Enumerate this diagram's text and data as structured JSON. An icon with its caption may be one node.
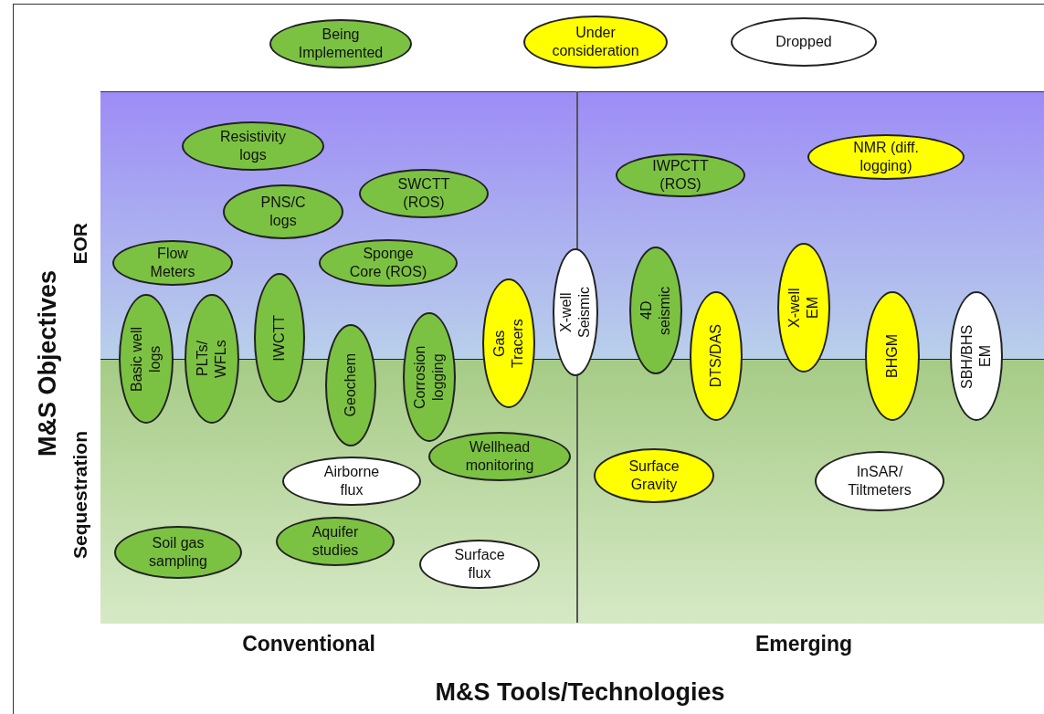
{
  "diagram": {
    "nodes": [
      {
        "text": [
          "Resistivity logs"
        ]
      },
      {
        "text": [
          "SWCTT (ROS)"
        ]
      },
      {
        "text": [
          "IWPCTT (ROS)"
        ]
      },
      {
        "text": [
          "NMR (diff. logging)"
        ]
      },
      {
        "text": [
          "PNS/C logs"
        ]
      },
      {
        "text": [
          "Flow Meters"
        ]
      },
      {
        "text": [
          "Sponge Core (ROS)"
        ]
      },
      {
        "text": [
          "Basic well logs"
        ]
      },
      {
        "text": [
          "PLTs/ WFLs"
        ]
      },
      {
        "text": [
          "IWCTT"
        ]
      },
      {
        "text": [
          "Geochem"
        ]
      },
      {
        "text": [
          "Corrosion logging"
        ]
      },
      {
        "text": [
          "Gas Tracers"
        ]
      },
      {
        "text": [
          "X-well Seismic"
        ]
      },
      {
        "text": [
          "4D seismic"
        ]
      },
      {
        "text": [
          "DTS/DAS"
        ]
      },
      {
        "text": [
          "X-well EM"
        ]
      },
      {
        "text": [
          "BHGM"
        ]
      },
      {
        "text": [
          "SBH/BHS EM"
        ]
      },
      {
        "text": [
          "Wellhead monitoring"
        ]
      },
      {
        "text": [
          "Airborne flux"
        ]
      },
      {
        "text": [
          "Surface Gravity"
        ]
      },
      {
        "text": [
          "InSAR/ Tiltmeters"
        ]
      },
      {
        "text": [
          "Soil gas sampling"
        ]
      },
      {
        "text": [
          "Aquifer studies"
        ]
      },
      {
        "text": [
          "Surface flux"
        ]
      }
    ],
    "labels": [
      "M&S Objectives",
      "EOR",
      "Sequestration",
      "Conventional",
      "Emerging",
      "M&S Tools/Technologies"
    ],
    "legend": [
      {
        "text": "Being Implemented",
        "color": "#7cc242"
      },
      {
        "text": "Under consideration",
        "color": "#ffff00"
      },
      {
        "text": "Dropped",
        "color": "#ffffff"
      }
    ]
  }
}
